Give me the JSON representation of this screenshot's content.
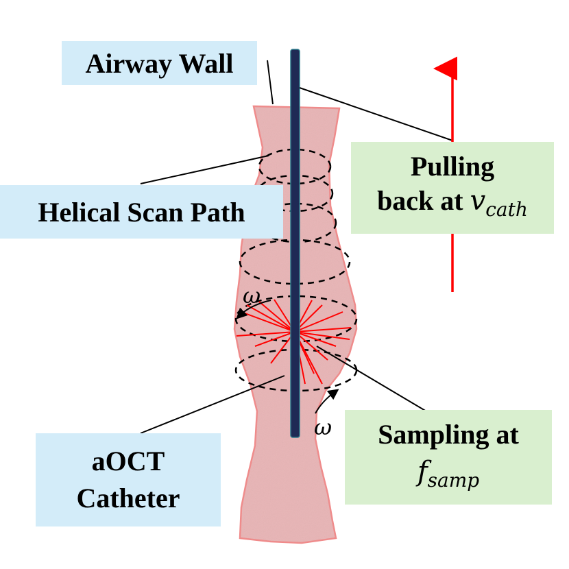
{
  "labels": {
    "airway_wall": "Airway Wall",
    "helical_scan_path": "Helical Scan Path",
    "pulling_line1": "Pulling",
    "pulling_line2": "back at",
    "pulling_var": "v",
    "pulling_sub": "cath",
    "catheter_line1": "aOCT",
    "catheter_line2": "Catheter",
    "sampling_line1": "Sampling at",
    "sampling_var": "f",
    "sampling_sub": "samp",
    "omega_upper": "ω",
    "omega_lower": "ω"
  },
  "colors": {
    "tissue_fill": "#e8b4b5",
    "tissue_edge": "#f08a8a",
    "catheter": "#1f2a55",
    "beam": "#ff0000",
    "arrow": "#ff0000",
    "blue_box": "#d3ecf9",
    "green_box": "#d9efcf"
  }
}
